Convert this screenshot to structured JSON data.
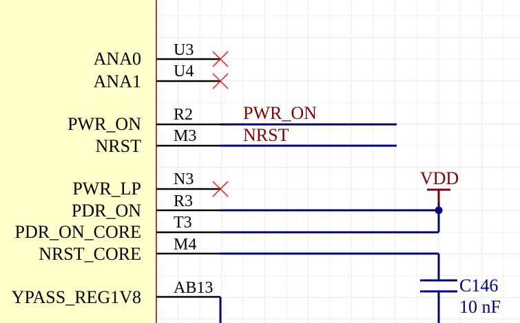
{
  "colors": {
    "background": "#ffffff",
    "grid": "#ececec",
    "component_body": "#ffffcc",
    "component_outline": "#800000",
    "wire": "#000080",
    "pin": "#000000",
    "no_connect": "#ff0000",
    "net_label": "#800000",
    "designator": "#000080"
  },
  "pins": [
    {
      "name": "ANA0",
      "number": "U3",
      "no_connect": true
    },
    {
      "name": "ANA1",
      "number": "U4",
      "no_connect": true
    },
    {
      "name": "PWR_ON",
      "number": "R2",
      "net": "PWR_ON"
    },
    {
      "name": "NRST",
      "number": "M3",
      "net": "NRST"
    },
    {
      "name": "PWR_LP",
      "number": "N3",
      "no_connect": true
    },
    {
      "name": "PDR_ON",
      "number": "R3"
    },
    {
      "name": "PDR_ON_CORE",
      "number": "T3"
    },
    {
      "name": "NRST_CORE",
      "number": "M4"
    },
    {
      "name": "YPASS_REG1V8",
      "number": "AB13"
    }
  ],
  "power_port": {
    "label": "VDD"
  },
  "capacitor": {
    "designator": "C146",
    "value": "10 nF"
  }
}
